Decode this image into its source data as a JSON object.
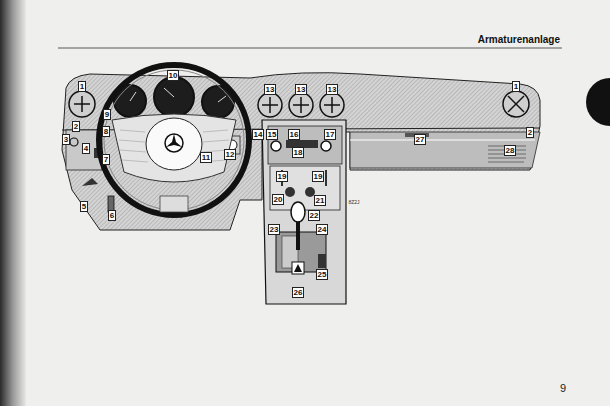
{
  "diagram": {
    "title": "Armaturenanlage",
    "labels": [
      "1",
      "2",
      "3",
      "4",
      "5",
      "6",
      "7",
      "8",
      "9",
      "10",
      "11",
      "12",
      "13",
      "13",
      "13",
      "14",
      "15",
      "16",
      "17",
      "18",
      "19",
      "19",
      "20",
      "21",
      "22",
      "23",
      "24",
      "25",
      "26",
      "27",
      "28",
      "2",
      "1",
      "8Z2J",
      "9"
    ]
  }
}
